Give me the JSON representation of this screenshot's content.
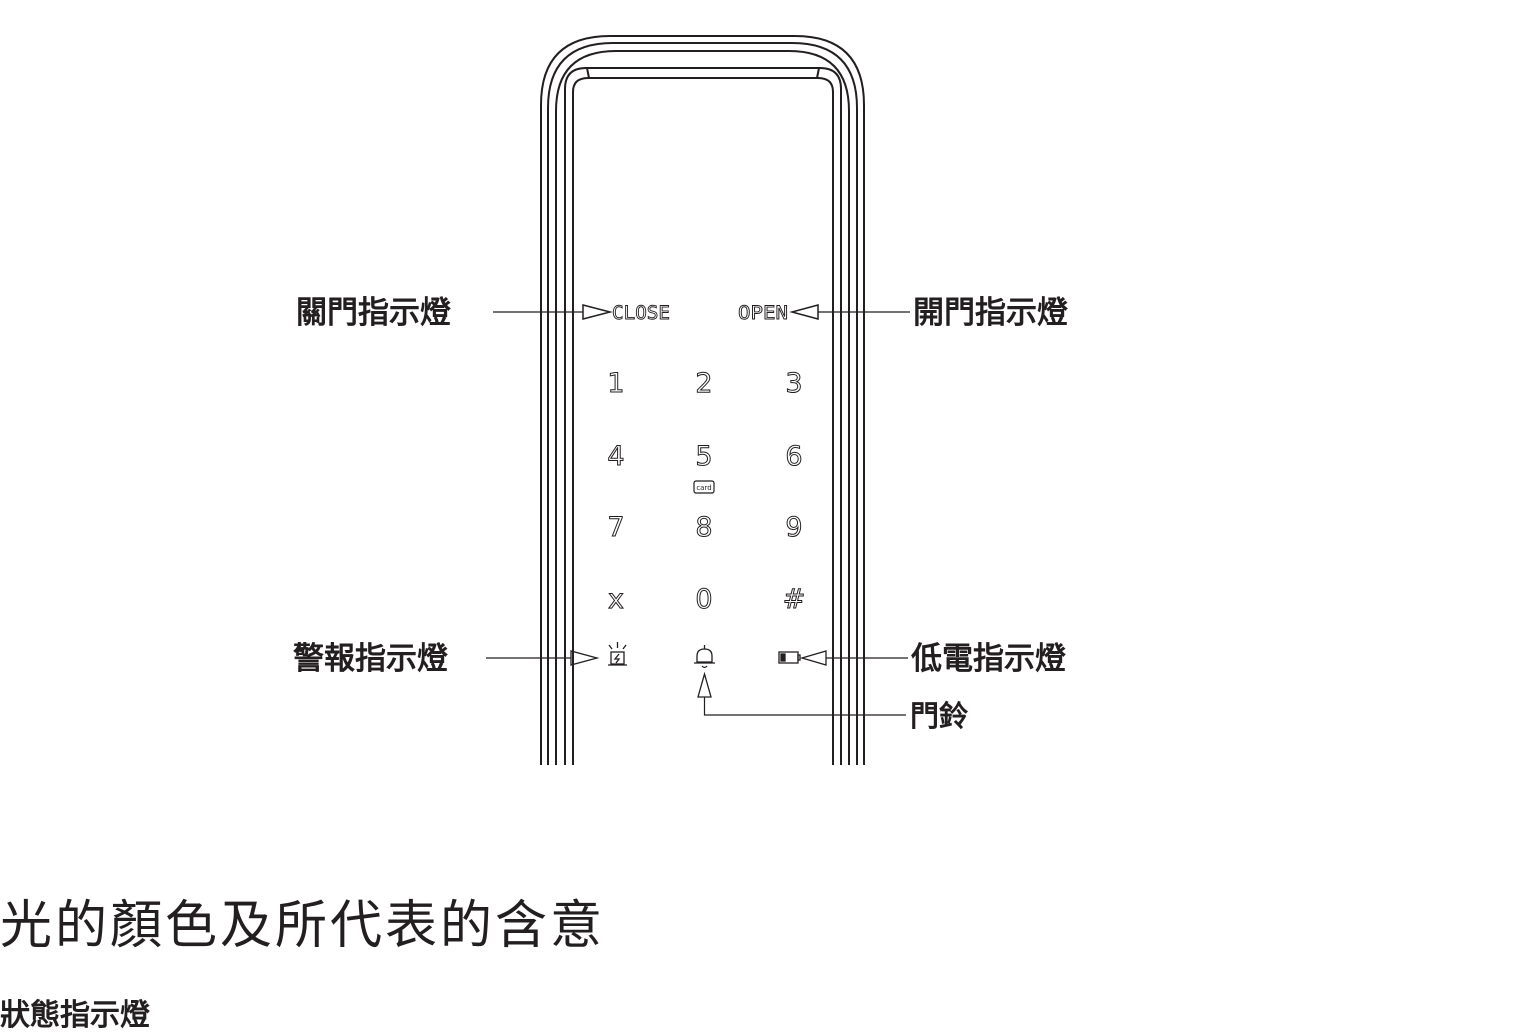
{
  "indicators": {
    "close_text": "CLOSE",
    "open_text": "OPEN",
    "card_text": "card"
  },
  "callouts": {
    "close_indicator": "關門指示燈",
    "open_indicator": "開門指示燈",
    "alarm_indicator": "警報指示燈",
    "low_battery_indicator": "低電指示燈",
    "doorbell": "門鈴"
  },
  "keypad": {
    "row1": [
      "1",
      "2",
      "3"
    ],
    "row2": [
      "4",
      "5",
      "6"
    ],
    "row3": [
      "7",
      "8",
      "9"
    ],
    "row4": [
      "x",
      "0",
      "#"
    ]
  },
  "section": {
    "heading": "光的顏色及所代表的含意",
    "subheading": "狀態指示燈"
  },
  "colors": {
    "ink": "#231f20",
    "background": "#ffffff"
  }
}
